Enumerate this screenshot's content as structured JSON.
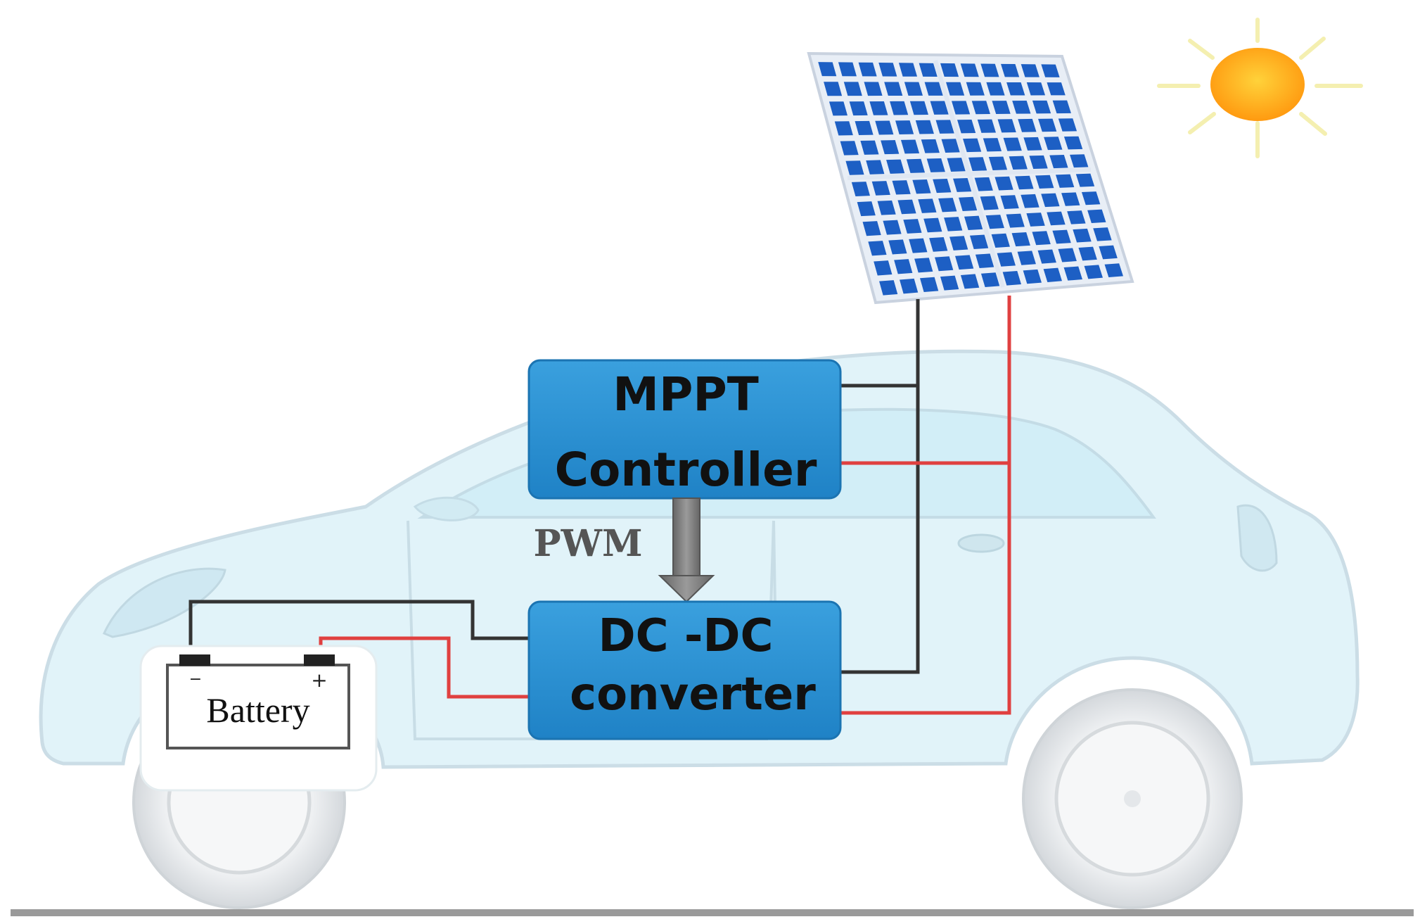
{
  "mppt": {
    "line1": "MPPT",
    "line2": "Controller"
  },
  "converter": {
    "line1": "DC -DC",
    "line2": "converter"
  },
  "pwm_label": "PWM",
  "battery": {
    "label": "Battery",
    "minus": "−",
    "plus": "+"
  },
  "colors": {
    "box_fill": "#2b8fd0",
    "car_fill": "#e3f4fa",
    "car_outline": "#c8dde6",
    "wire_negative": "#333333",
    "wire_positive": "#e04040",
    "panel_cell": "#1d5fc4",
    "sun": "#ffa41a",
    "ground": "#9a9a9a"
  },
  "icons": {
    "sun": "sun-icon",
    "solar_panel": "solar-panel-icon",
    "car": "car-body-icon",
    "battery": "battery-icon"
  }
}
